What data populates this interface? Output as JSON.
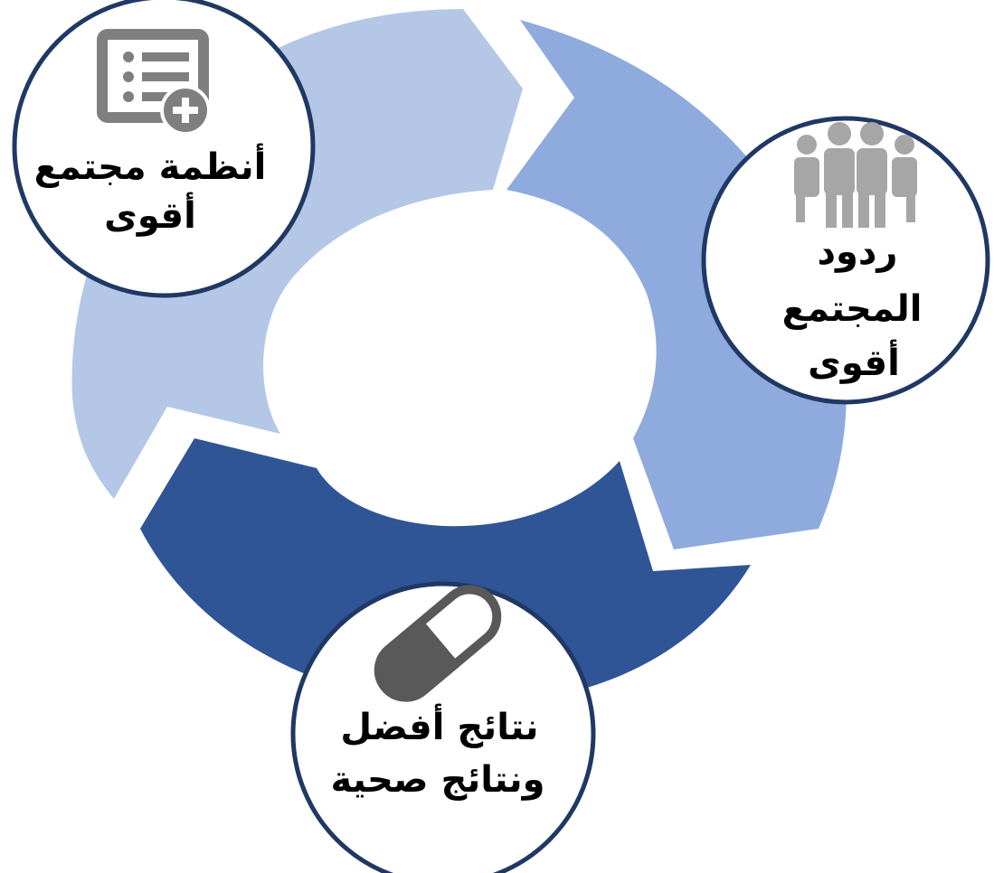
{
  "colors": {
    "segment_light": "#b4c7e7",
    "segment_mid": "#8faadc",
    "segment_dark": "#2f5597",
    "circle_fill": "#ffffff",
    "circle_stroke": "#203864",
    "icon_gray": "#7f7f7f",
    "icon_pill": "#595959",
    "text": "#000000"
  },
  "nodes": [
    {
      "id": "top-left",
      "icon": "list-add-icon",
      "lines": [
        "أنظمة مجتمع",
        "أقوى"
      ]
    },
    {
      "id": "right",
      "icon": "people-group-icon",
      "lines": [
        "ردود",
        "المجتمع",
        "أقوى"
      ]
    },
    {
      "id": "bottom",
      "icon": "pill-capsule-icon",
      "lines": [
        "نتائج أفضل",
        "ونتائج صحية"
      ]
    }
  ]
}
